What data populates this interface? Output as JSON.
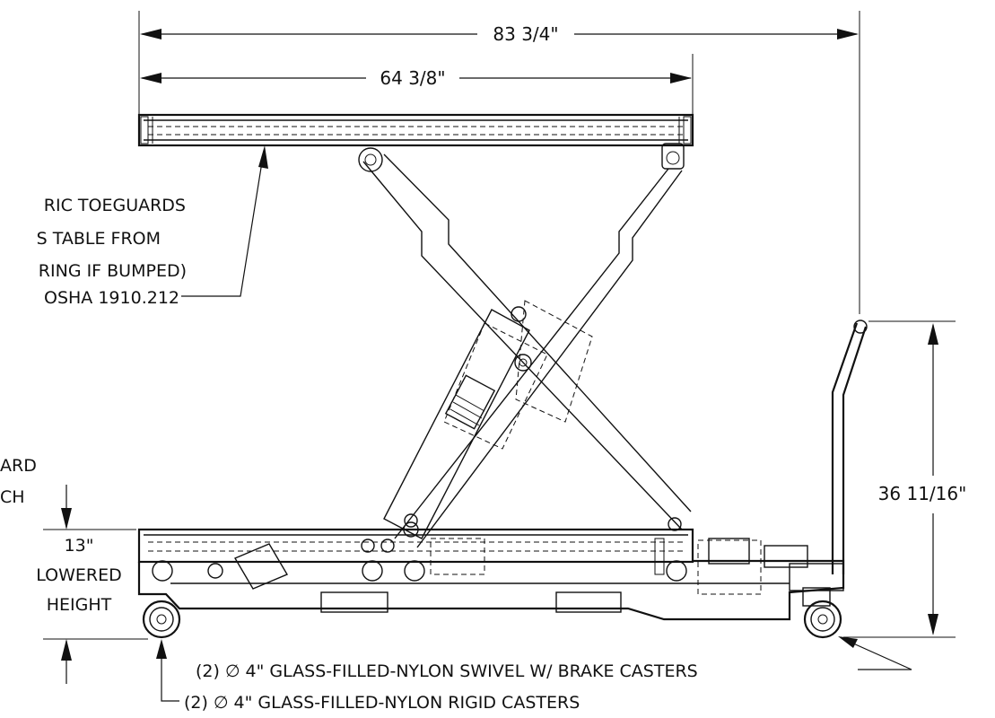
{
  "dimensions": {
    "overall_length": "83 3/4\"",
    "platform_length": "64 3/8\"",
    "handle_height": "36 11/16\"",
    "lowered_height_value": "13\"",
    "lowered_height_line1": "LOWERED",
    "lowered_height_line2": "HEIGHT"
  },
  "callouts": {
    "toeguard_line1": "RIC TOEGUARDS",
    "toeguard_line2": "S TABLE FROM",
    "toeguard_line3": "RING IF BUMPED)",
    "toeguard_line4": "OSHA 1910.212",
    "left_partial_line1": "ARD",
    "left_partial_line2": "CH",
    "swivel_casters": "(2)  ∅ 4\" GLASS-FILLED-NYLON SWIVEL W/ BRAKE CASTERS",
    "rigid_casters": "(2)  ∅ 4\" GLASS-FILLED-NYLON RIGID CASTERS"
  }
}
